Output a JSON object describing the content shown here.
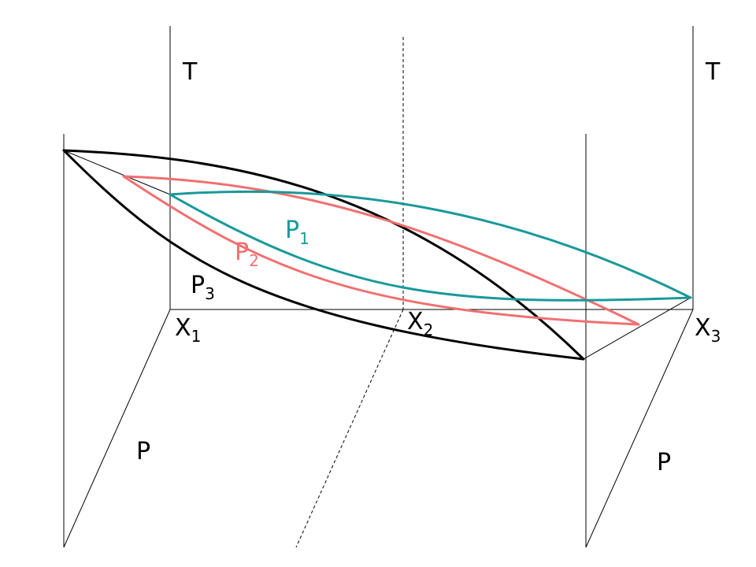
{
  "diagram": {
    "axis_labels": {
      "t_left": "T",
      "t_right": "T",
      "p_left": "P",
      "p_right": "P",
      "x1": {
        "base": "X",
        "sub": "1"
      },
      "x2": {
        "base": "X",
        "sub": "2"
      },
      "x3": {
        "base": "X",
        "sub": "3"
      }
    },
    "isobars": [
      {
        "key": "p1",
        "base": "P",
        "sub": "1",
        "color": "#1a9999"
      },
      {
        "key": "p2",
        "base": "P",
        "sub": "2",
        "color": "#f07070"
      },
      {
        "key": "p3",
        "base": "P",
        "sub": "3",
        "color": "#000000"
      }
    ]
  }
}
